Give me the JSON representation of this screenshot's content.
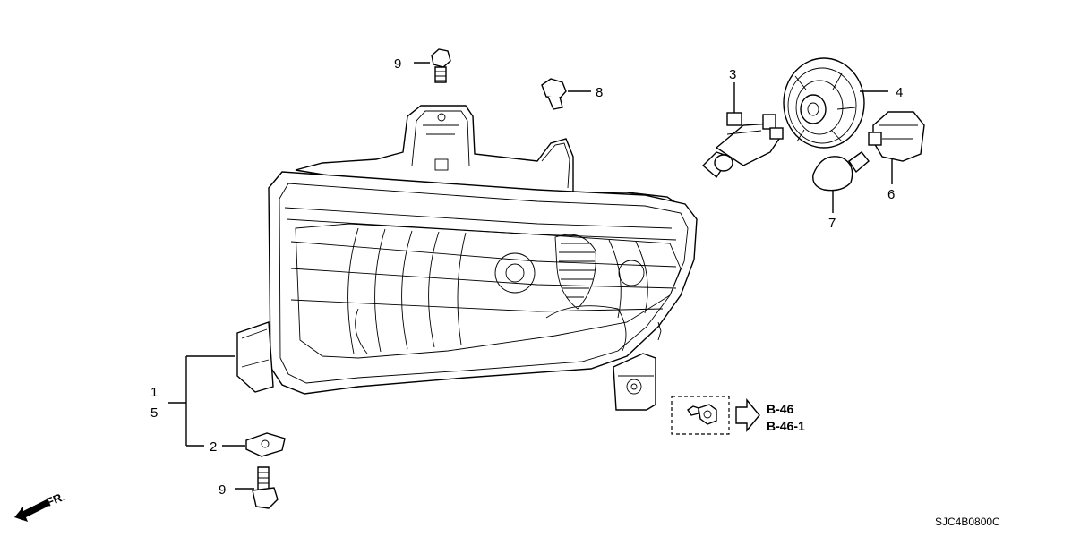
{
  "callouts": {
    "c1": "1",
    "c2": "2",
    "c3": "3",
    "c4": "4",
    "c5": "5",
    "c6": "6",
    "c7": "7",
    "c8": "8",
    "c9_top": "9",
    "c9_bottom": "9"
  },
  "references": {
    "ref_a": "B-46",
    "ref_b": "B-46-1"
  },
  "direction_label": "FR.",
  "diagram_code": "SJC4B0800C"
}
